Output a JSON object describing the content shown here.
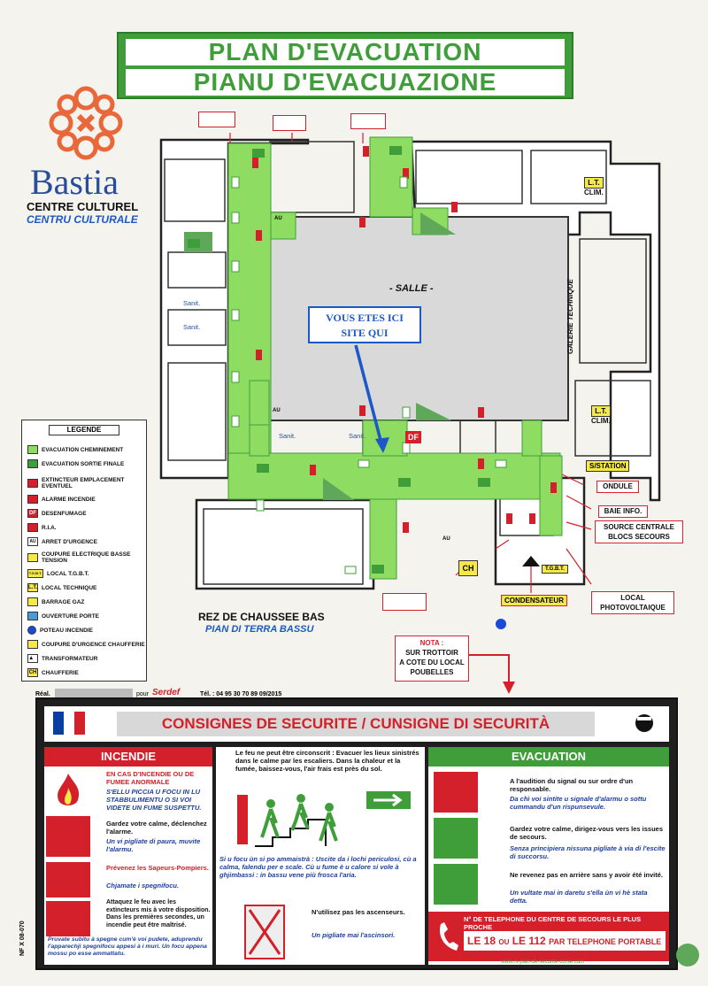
{
  "title": {
    "line1": "PLAN D'EVACUATION",
    "line2": "PIANU D'EVACUAZIONE"
  },
  "logo": {
    "name": "Bastia",
    "line1": "CENTRE CULTUREL",
    "line2": "CENTRU CULTURALE"
  },
  "plan": {
    "salle": "- SALLE -",
    "you_are_here_1": "VOUS ETES ICI",
    "you_are_here_2": "SITE QUI",
    "galerie": "GALERIE TECHNIQUE",
    "lt_clim_1": "L.T.",
    "lt_clim_1b": "CLIM.",
    "lt_clim_2": "L.T.",
    "lt_clim_2b": "CLIM.",
    "sanit": [
      "Sanit.",
      "Sanit.",
      "Sanit.",
      "Sanit."
    ],
    "df": "DF",
    "ch": "CH",
    "au": "AU",
    "tgbt": "T.G.B.T.",
    "level_fr": "REZ DE CHAUSSEE BAS",
    "level_co": "PIAN DI TERRA BASSU"
  },
  "callouts": {
    "sstation": "S/STATION",
    "ondule": "ONDULE",
    "baie": "BAIE INFO.",
    "source_1": "SOURCE CENTRALE",
    "source_2": "BLOCS SECOURS",
    "local_1": "LOCAL",
    "local_2": "PHOTOVOLTAIQUE",
    "condensateur": "CONDENSATEUR"
  },
  "nota": {
    "title": "NOTA :",
    "line1": "SUR TROTTOIR",
    "line2": "A COTE DU LOCAL",
    "line3": "POUBELLES"
  },
  "legend": {
    "title": "LEGENDE",
    "items": [
      "EVACUATION CHEMINEMENT",
      "EVACUATION SORTIE FINALE",
      "EXTINCTEUR EMPLACEMENT EVENTUEL",
      "ALARME INCENDIE",
      "DESENFUMAGE",
      "R.I.A.",
      "ARRET D'URGENCE",
      "COUPURE ELECTRIQUE BASSE TENSION",
      "LOCAL T.G.B.T.",
      "LOCAL TECHNIQUE",
      "BARRAGE GAZ",
      "OUVERTURE PORTE",
      "POTEAU INCENDIE",
      "COUPURE D'URGENCE CHAUFFERIE",
      "TRANSFORMATEUR",
      "CHAUFFERIE"
    ],
    "codes": {
      "df": "DF",
      "au": "AU",
      "tgbt": "T.G.B.T.",
      "lt": "L.T.",
      "ch": "CH"
    }
  },
  "credits": {
    "real": "Réal.",
    "pour": "pour",
    "brand": "Serdef",
    "tel": "Tél. : 04 95 30 70 89   09/2015"
  },
  "consignes": {
    "title": "CONSIGNES DE SECURITE / CUNSIGNE DI SECURITÀ",
    "incendie_head": "INCENDIE",
    "fire_1_fr": "EN CAS D'INCENDIE OU DE FUMEE ANORMALE",
    "fire_1_co": "S'ELLU PICCIA U FOCU IN LU STABBULIMENTU O SI VOI VIDETE UN FUME SUSPETTU.",
    "fire_2_fr": "Gardez votre calme, déclenchez l'alarme.",
    "fire_2_co": "Un vi pigliate di paura, muvite l'alarmu.",
    "fire_3_fr": "Prévenez les Sapeurs-Pompiers.",
    "fire_3_co": "Chjamate i spegnifocu.",
    "fire_4_fr": "Attaquez le feu avec les extincteurs mis à votre disposition. Dans les premières secondes, un incendie peut être maîtrisé.",
    "fire_4_co": "Pruvate subitu à spegne cum'è voi pudete, aduprendu l'apparechji spegnifocu appesi à i muri. Un focu appena mossu po esse ammattatu.",
    "mid_1_fr": "Le feu ne peut être circonscrit : Evacuer les lieux sinistrés dans le calme par les escaliers. Dans la chaleur et la fumée, baissez-vous, l'air frais est près du sol.",
    "mid_1_co": "Si u focu ùn si po ammaistrà : Uscite da i lochi periculosi, cù a calma, falendu per e scale. Cù u fume è u calore si vole à ghjimbassi : in bassu vene più frosca l'aria.",
    "mid_2_fr": "N'utilisez pas les ascenseurs.",
    "mid_2_co": "Un pigliate mai l'ascinsori.",
    "evac_head": "EVACUATION",
    "evac_1_fr": "A l'audition du signal ou sur ordre d'un responsable.",
    "evac_1_co": "Da chì voi sintite u signale d'alarmu o sottu cummandu d'un rispunsevule.",
    "evac_2_fr": "Gardez votre calme, dirigez-vous vers les issues de secours.",
    "evac_2_co": "Senza principiera nissuna pigliate à via di l'escite di succorsu.",
    "evac_3_fr": "Ne revenez pas en arrière sans y avoir été invité.",
    "evac_3_co": "Un vultate mai in daretu s'ella ùn vi hè stata detta.",
    "phone_head": "N° DE TELEPHONE DU CENTRE DE SECOURS LE PLUS PROCHE",
    "phone_a": "LE 18",
    "phone_ou": "OU",
    "phone_b": "LE 112",
    "phone_c": "PAR TELEPHONE PORTABLE",
    "website": "www.rs-plan-de-securite-corse.com",
    "norm": "NF X 08-070"
  },
  "colors": {
    "green": "#3f9e3a",
    "red": "#d4202a",
    "blue": "#1c3fa0",
    "yellow": "#f7e84a"
  }
}
